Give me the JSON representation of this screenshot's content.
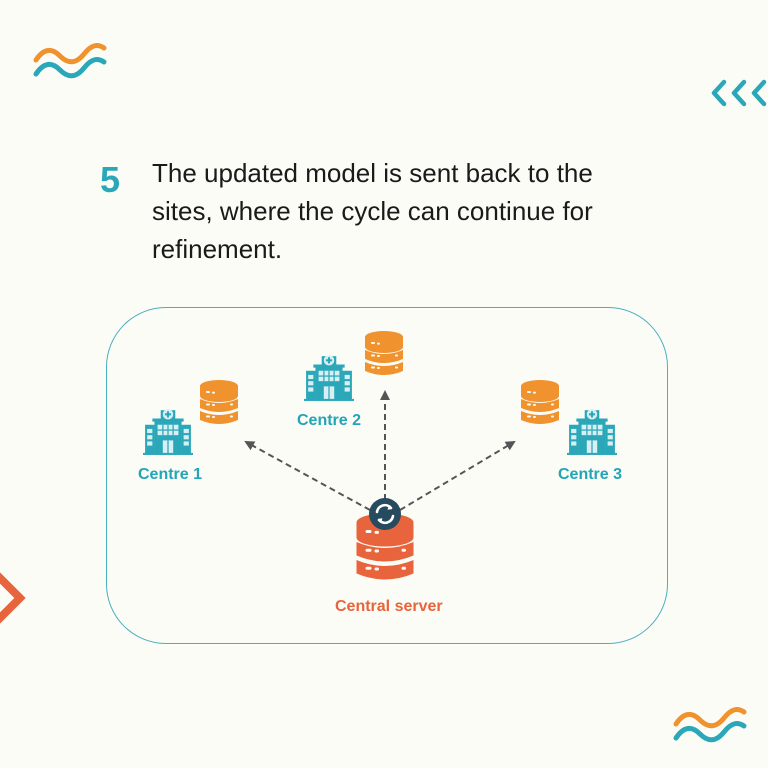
{
  "step": {
    "number": "5",
    "text": "The updated model is sent back to the sites, where the cycle can continue for refinement."
  },
  "diagram": {
    "nodes": [
      {
        "id": "centre-1",
        "label": "Centre 1"
      },
      {
        "id": "centre-2",
        "label": "Centre 2"
      },
      {
        "id": "centre-3",
        "label": "Centre 3"
      }
    ],
    "central": {
      "label": "Central server"
    },
    "edges": [
      {
        "from": "central",
        "to": "centre-1",
        "style": "dashed-arrow"
      },
      {
        "from": "central",
        "to": "centre-2",
        "style": "dashed-arrow"
      },
      {
        "from": "central",
        "to": "centre-3",
        "style": "dashed-arrow"
      }
    ]
  },
  "icons": {
    "hospital": "hospital-icon",
    "database": "database-icon",
    "sync": "sync-icon",
    "wave": "wave-decoration",
    "chevrons": "chevrons-left",
    "chevron": "chevron-right"
  },
  "colors": {
    "background": "#fcfcf7",
    "teal": "#2aa7b8",
    "orange": "#f0922e",
    "red_orange": "#e8643c",
    "dark_navy": "#264a5e",
    "arrow_gray": "#555555",
    "text": "#1a1a1a"
  }
}
